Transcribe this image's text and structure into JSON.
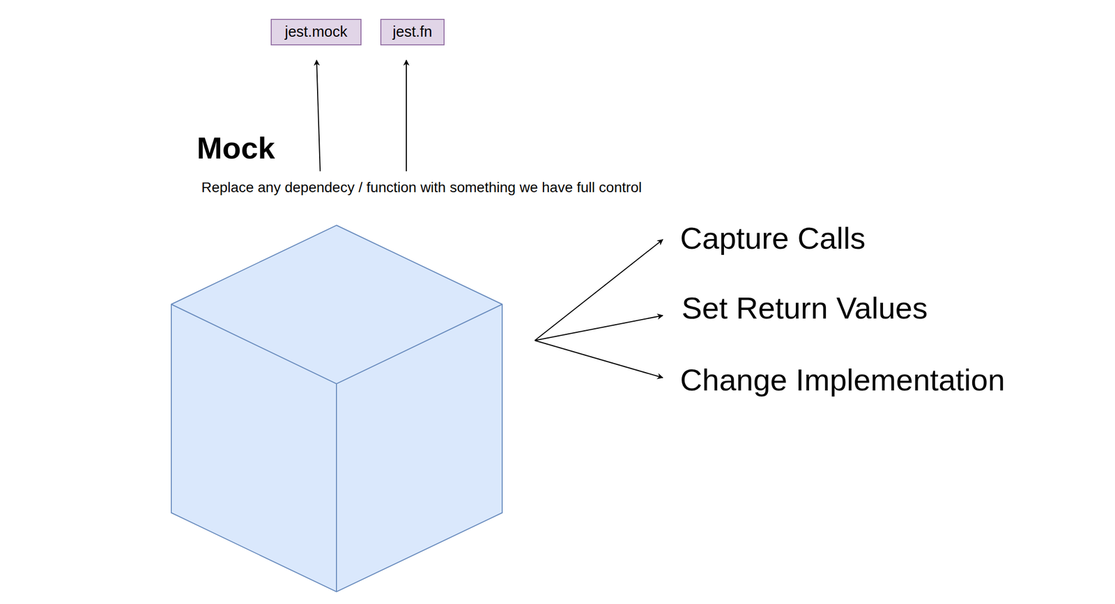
{
  "diagram": {
    "title": "Mock",
    "nodes": [
      {
        "text": [
          "jest.mock"
        ]
      },
      {
        "text": [
          "jest.fn"
        ]
      }
    ],
    "labels": [
      "Replace any dependecy / function with something we have full control",
      "Capture Calls",
      "Set Return Values",
      "Change Implementation"
    ]
  }
}
